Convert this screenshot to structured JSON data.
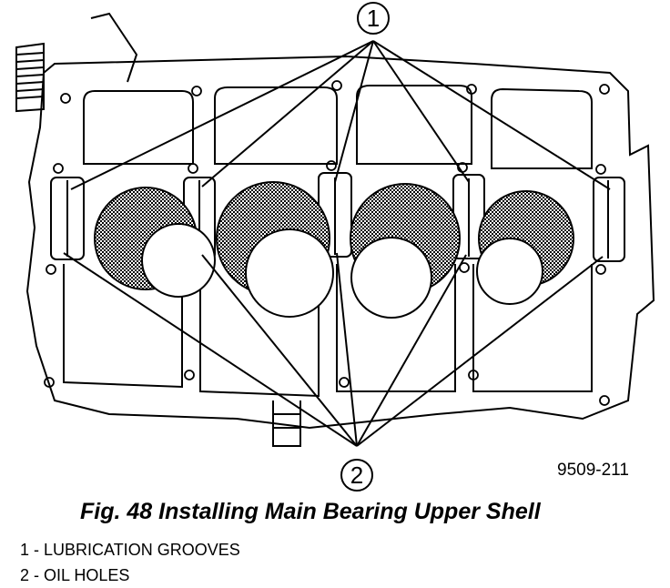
{
  "figure": {
    "callouts": [
      {
        "number": "1"
      },
      {
        "number": "2"
      }
    ],
    "figure_number": "9509-211"
  },
  "caption": "Fig. 48 Installing Main Bearing Upper Shell",
  "legend": [
    {
      "text": "1 - LUBRICATION GROOVES"
    },
    {
      "text": "2 - OIL HOLES"
    }
  ]
}
